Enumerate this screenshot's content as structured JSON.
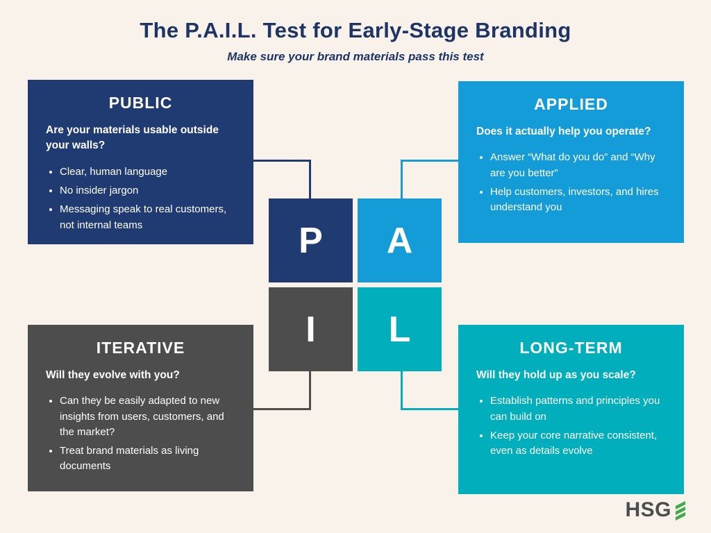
{
  "page": {
    "title": "The P.A.I.L. Test for Early-Stage Branding",
    "subtitle": "Make sure your brand materials pass this test"
  },
  "cards": {
    "public": {
      "heading": "PUBLIC",
      "question": "Are your materials usable outside your walls?",
      "bullets": [
        "Clear, human language",
        "No insider jargon",
        "Messaging speak to real customers, not internal teams"
      ]
    },
    "applied": {
      "heading": "APPLIED",
      "question": "Does it actually help you operate?",
      "bullets": [
        "Answer “What do you do” and “Why are you better”",
        "Help customers, investors, and hires understand you"
      ]
    },
    "iterative": {
      "heading": "ITERATIVE",
      "question": "Will they evolve with you?",
      "bullets": [
        "Can they be easily adapted to new insights from users, customers, and the market?",
        "Treat brand materials as living documents"
      ]
    },
    "longterm": {
      "heading": "LONG-TERM",
      "question": "Will they hold up as you scale?",
      "bullets": [
        "Establish patterns and principles you can build on",
        "Keep your core narrative consistent, even as details evolve"
      ]
    }
  },
  "center": {
    "letters": [
      "P",
      "A",
      "I",
      "L"
    ]
  },
  "logo": {
    "text": "HSG"
  },
  "colors": {
    "background": "#f8f2ea",
    "title_navy": "#1d3566",
    "navy": "#203a72",
    "blue": "#149cd8",
    "gray": "#4d4d4d",
    "teal": "#00aebc",
    "logo_green": "#3dab4b",
    "logo_gray": "#4d4d4d"
  }
}
